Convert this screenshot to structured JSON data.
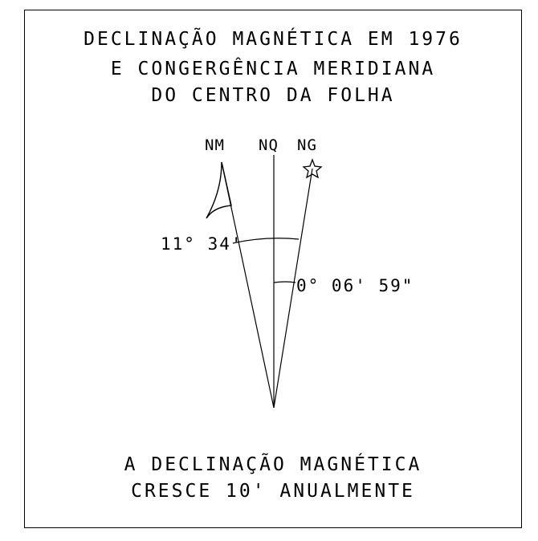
{
  "title": {
    "line1": "DECLINAÇÃO MAGNÉTICA EM 1976",
    "line2": "E CONGERGÊNCIA MERIDIANA",
    "line3": "DO CENTRO DA FOLHA"
  },
  "diagram": {
    "labels": {
      "nm": "NM",
      "nq": "NQ",
      "ng": "NG"
    },
    "magnetic_declination": "11° 34'",
    "meridian_convergence": "0° 06' 59\""
  },
  "footer": {
    "line1": "A DECLINAÇÃO MAGNÉTICA",
    "line2": "CRESCE 10' ANUALMENTE"
  }
}
